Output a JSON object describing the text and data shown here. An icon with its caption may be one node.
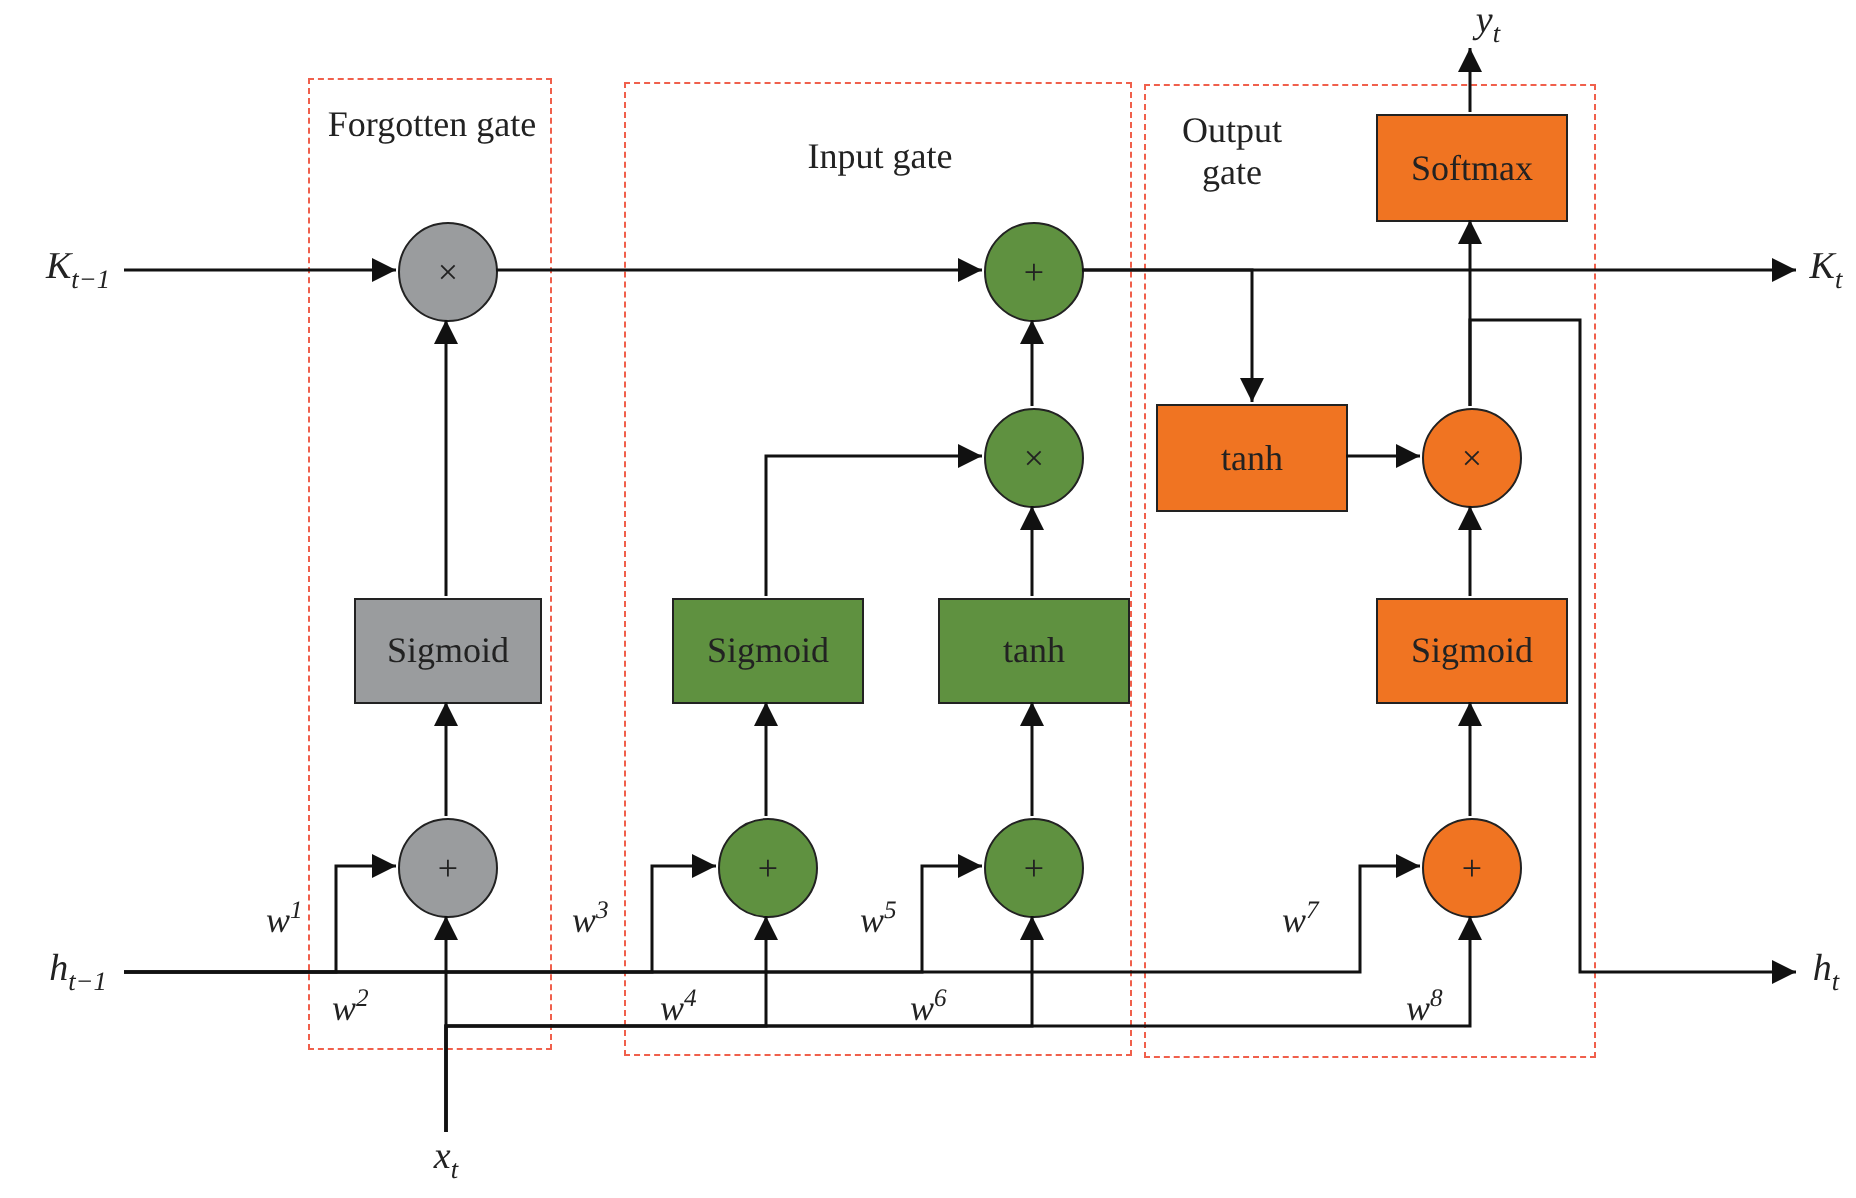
{
  "diagram": {
    "nodes": [
      {
        "text": [
          "K$_{t−1}$"
        ]
      },
      {
        "text": [
          "h$_{t−1}$"
        ]
      },
      {
        "text": [
          "Forgotten gate"
        ]
      },
      {
        "text": [
          "×"
        ],
        "in": 2
      },
      {
        "text": [
          "Sigmoid"
        ],
        "in": 2
      },
      {
        "text": [
          "+"
        ],
        "in": 2
      },
      {
        "text": [
          "Input gate"
        ]
      },
      {
        "text": [
          "+"
        ],
        "in": 6
      },
      {
        "text": [
          "×"
        ],
        "in": 6
      },
      {
        "text": [
          "Sigmoid"
        ],
        "in": 6
      },
      {
        "text": [
          "tanh"
        ],
        "in": 6
      },
      {
        "text": [
          "+"
        ],
        "in": 6
      },
      {
        "text": [
          "+"
        ],
        "in": 6
      },
      {
        "text": [
          "Output gate"
        ]
      },
      {
        "text": [
          "Softmax"
        ],
        "in": 13
      },
      {
        "text": [
          "tanh"
        ],
        "in": 13
      },
      {
        "text": [
          "×"
        ],
        "in": 13
      },
      {
        "text": [
          "Sigmoid"
        ],
        "in": 13
      },
      {
        "text": [
          "+"
        ],
        "in": 13
      },
      {
        "text": [
          "y$_{t}$"
        ]
      },
      {
        "text": [
          "K$_{t}$"
        ]
      },
      {
        "text": [
          "h$_{t}$"
        ]
      },
      {
        "text": [
          "x$_{t}$"
        ]
      }
    ],
    "edges": [
      {
        "from": 0,
        "to": 3,
        "arrow": "to"
      },
      {
        "from": 3,
        "to": 7,
        "arrow": "to"
      },
      {
        "from": 7,
        "to": 20,
        "arrow": "to"
      },
      {
        "from": 7,
        "to": 15,
        "arrow": "to"
      },
      {
        "from": 4,
        "to": 3,
        "arrow": "to"
      },
      {
        "from": 5,
        "to": 4,
        "arrow": "to"
      },
      {
        "from": 1,
        "to": 5,
        "arrow": "to"
      },
      {
        "from": 1,
        "to": 11,
        "arrow": "to"
      },
      {
        "from": 1,
        "to": 12,
        "arrow": "to"
      },
      {
        "from": 1,
        "to": 18,
        "arrow": "to"
      },
      {
        "from": 22,
        "to": 5,
        "arrow": "to"
      },
      {
        "from": 22,
        "to": 11,
        "arrow": "to"
      },
      {
        "from": 22,
        "to": 12,
        "arrow": "to"
      },
      {
        "from": 22,
        "to": 18,
        "arrow": "to"
      },
      {
        "from": 8,
        "to": 7,
        "arrow": "to"
      },
      {
        "from": 9,
        "to": 8,
        "arrow": "to"
      },
      {
        "from": 10,
        "to": 8,
        "arrow": "to"
      },
      {
        "from": 11,
        "to": 9,
        "arrow": "to"
      },
      {
        "from": 12,
        "to": 10,
        "arrow": "to"
      },
      {
        "from": 15,
        "to": 16,
        "arrow": "to"
      },
      {
        "from": 17,
        "to": 16,
        "arrow": "to"
      },
      {
        "from": 18,
        "to": 17,
        "arrow": "to"
      },
      {
        "from": 16,
        "to": 14,
        "arrow": "to"
      },
      {
        "from": 16,
        "to": 21,
        "arrow": "to"
      },
      {
        "from": 14,
        "to": 19,
        "arrow": "to"
      }
    ],
    "labels": [
      "w$^{1}$",
      "w$^{3}$",
      "w$^{5}$",
      "w$^{7}$",
      "w$^{2}$",
      "w$^{4}$",
      "w$^{6}$",
      "w$^{8}$"
    ]
  }
}
